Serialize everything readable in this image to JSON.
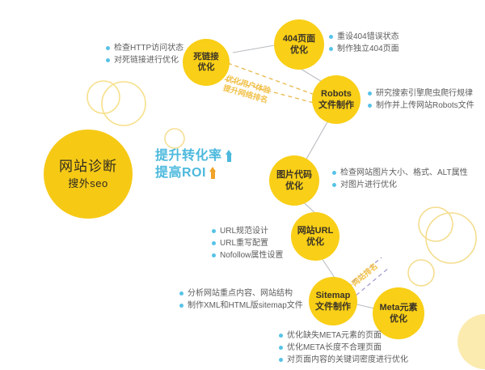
{
  "diagram": {
    "title": "网站诊断",
    "subtitle": "搜外seo",
    "slogan": {
      "line1": "提升转化率",
      "line2": "提高ROI"
    },
    "nodes": [
      {
        "id": "dead-link",
        "l1": "死链接",
        "l2": "优化"
      },
      {
        "id": "page-404",
        "l1": "404页面",
        "l2": "优化"
      },
      {
        "id": "robots",
        "l1": "Robots",
        "l2": "文件制作"
      },
      {
        "id": "image-code",
        "l1": "图片代码",
        "l2": "优化"
      },
      {
        "id": "site-url",
        "l1": "网站URL",
        "l2": "优化"
      },
      {
        "id": "sitemap",
        "l1": "Sitemap",
        "l2": "文件制作"
      },
      {
        "id": "meta",
        "l1": "Meta元素",
        "l2": "优化"
      }
    ],
    "edge_labels": {
      "upper_l1": "优化用户体验",
      "upper_l2": "提升网络排名",
      "lower": "提升网站排名"
    },
    "notes": {
      "dead_link": [
        "检查HTTP访问状态",
        "对死链接进行优化"
      ],
      "page_404": [
        "重设404错误状态",
        "制作独立404页面"
      ],
      "robots": [
        "研究搜索引擎爬虫爬行规律",
        "制作并上传网站Robots文件"
      ],
      "image_code": [
        "检查网站图片大小、格式、ALT属性",
        "对图片进行优化"
      ],
      "site_url": [
        "URL规范设计",
        "URL重写配置",
        "Nofollow属性设置"
      ],
      "sitemap": [
        "分析网站重点内容、网站结构",
        "制作XML和HTML版sitemap文件"
      ],
      "meta": [
        "优化缺失META元素的页面",
        "优化META长度不合理页面",
        "对页面内容的关键词密度进行优化"
      ]
    },
    "colors": {
      "node_yellow": "#f9cf17",
      "bullet_blue": "#57c3e8",
      "edge_label_orange": "#f2c14a",
      "connector_gray": "#b9bcc0",
      "dashed_orange": "#e8b84b",
      "dashed_purple": "#a89ad0"
    }
  }
}
